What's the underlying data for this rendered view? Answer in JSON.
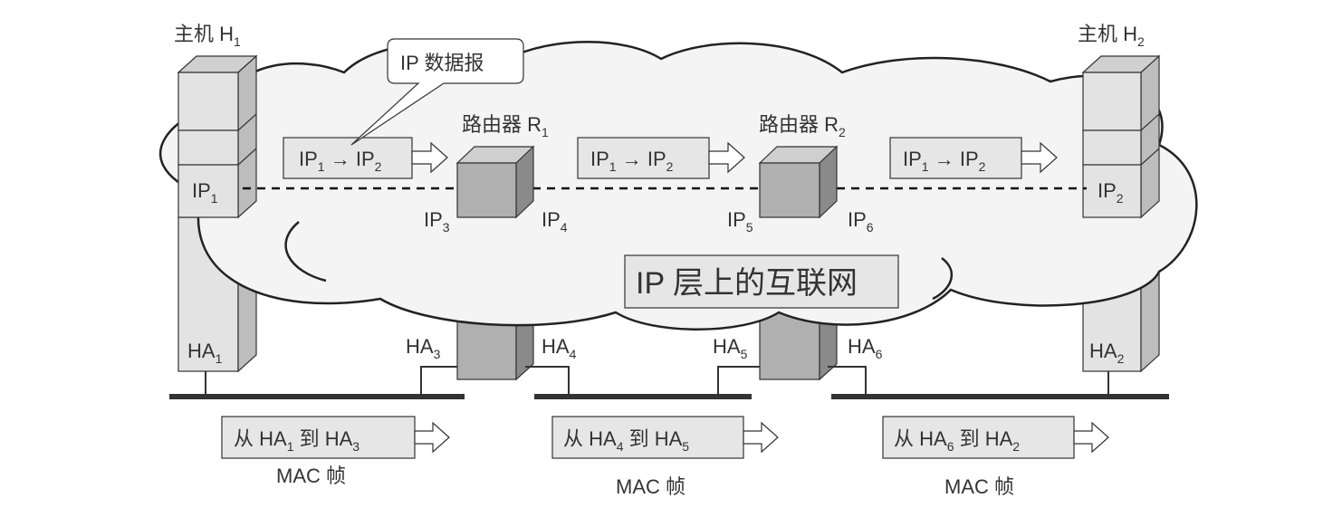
{
  "hosts": [
    {
      "title_main": "主机 H",
      "title_sub": "1",
      "ip_main": "IP",
      "ip_sub": "1",
      "ha_main": "HA",
      "ha_sub": "1"
    },
    {
      "title_main": "主机 H",
      "title_sub": "2",
      "ip_main": "IP",
      "ip_sub": "2",
      "ha_main": "HA",
      "ha_sub": "2"
    }
  ],
  "routers": [
    {
      "title_main": "路由器 R",
      "title_sub": "1",
      "ip_left_main": "IP",
      "ip_left_sub": "3",
      "ip_right_main": "IP",
      "ip_right_sub": "4",
      "ha_left_main": "HA",
      "ha_left_sub": "3",
      "ha_right_main": "HA",
      "ha_right_sub": "4"
    },
    {
      "title_main": "路由器 R",
      "title_sub": "2",
      "ip_left_main": "IP",
      "ip_left_sub": "5",
      "ip_right_main": "IP",
      "ip_right_sub": "6",
      "ha_left_main": "HA",
      "ha_left_sub": "5",
      "ha_right_main": "HA",
      "ha_right_sub": "6"
    }
  ],
  "callout": {
    "text": "IP 数据报"
  },
  "cloud": {
    "label": "IP 层上的互联网"
  },
  "ip_arrows": [
    {
      "a_main": "IP",
      "a_sub": "1",
      "arrow": "→",
      "b_main": "IP",
      "b_sub": "2"
    },
    {
      "a_main": "IP",
      "a_sub": "1",
      "arrow": "→",
      "b_main": "IP",
      "b_sub": "2"
    },
    {
      "a_main": "IP",
      "a_sub": "1",
      "arrow": "→",
      "b_main": "IP",
      "b_sub": "2"
    }
  ],
  "mac_frames": [
    {
      "from": "从 ",
      "a_main": "HA",
      "a_sub": "1",
      "to": " 到 ",
      "b_main": "HA",
      "b_sub": "3",
      "caption": "MAC 帧"
    },
    {
      "from": "从 ",
      "a_main": "HA",
      "a_sub": "4",
      "to": " 到 ",
      "b_main": "HA",
      "b_sub": "5",
      "caption": "MAC 帧"
    },
    {
      "from": "从 ",
      "a_main": "HA",
      "a_sub": "6",
      "to": " 到 ",
      "b_main": "HA",
      "b_sub": "2",
      "caption": "MAC 帧"
    }
  ],
  "colors": {
    "cloud_fill": "#f4f4f4",
    "host_fill": "#e3e3e3",
    "router_fill": "#b0b0b0",
    "box_fill": "#e6e6e6",
    "stroke": "#333333"
  }
}
